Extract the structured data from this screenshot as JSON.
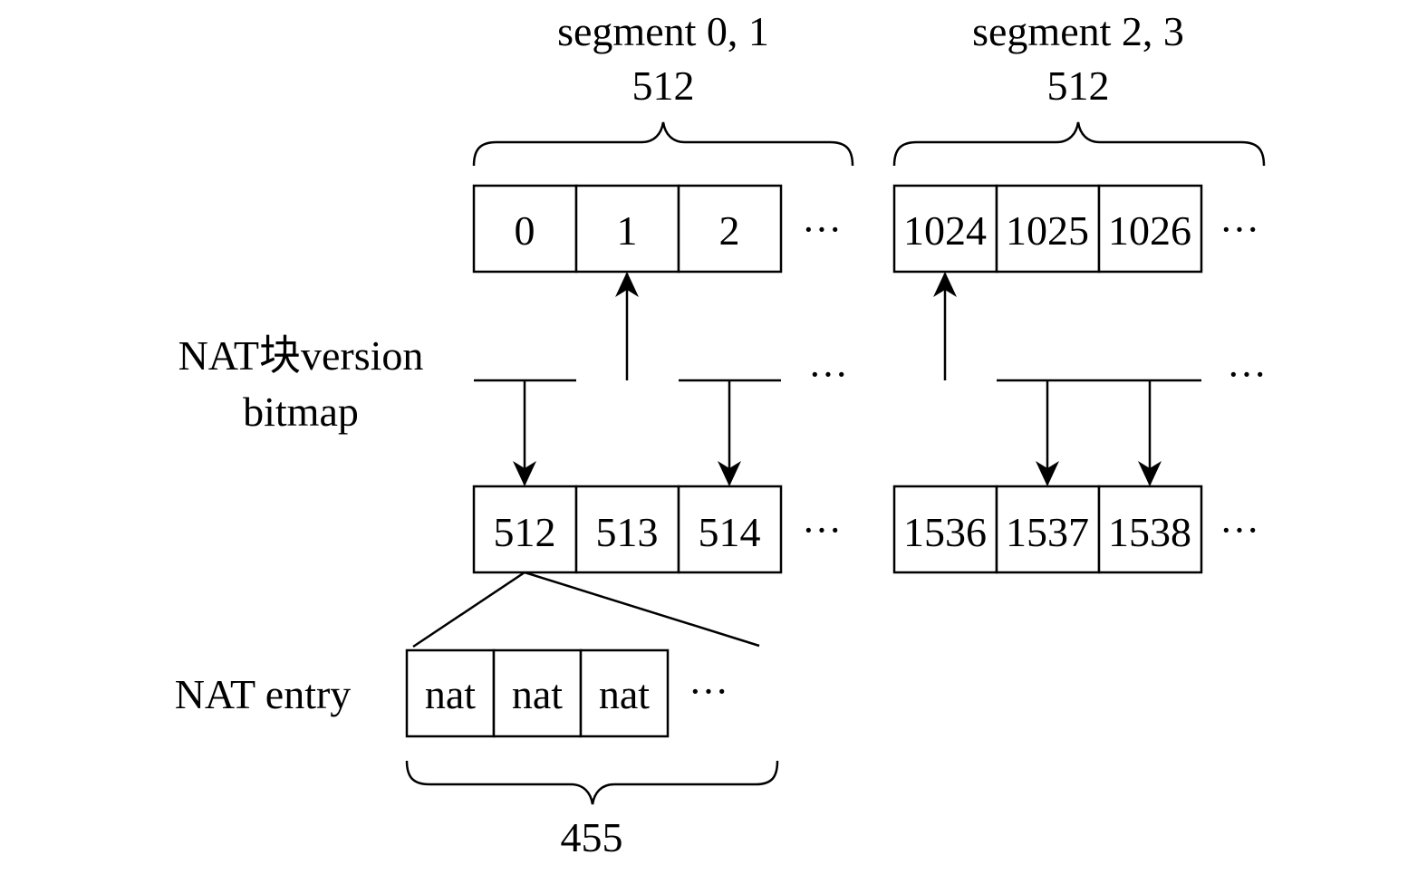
{
  "segment_group_a": {
    "label": "segment 0, 1",
    "count": "512"
  },
  "segment_group_b": {
    "label": "segment 2, 3",
    "count": "512"
  },
  "nat_block_rows": {
    "top_a": [
      "0",
      "1",
      "2"
    ],
    "top_b": [
      "1024",
      "1025",
      "1026"
    ],
    "bottom_a": [
      "512",
      "513",
      "514"
    ],
    "bottom_b": [
      "1536",
      "1537",
      "1538"
    ]
  },
  "bitmap_label": {
    "line1": "NAT块version",
    "line2": "bitmap"
  },
  "nat_entry": {
    "label": "NAT entry",
    "cells": [
      "nat",
      "nat",
      "nat"
    ],
    "count": "455"
  },
  "ellipsis": "···"
}
